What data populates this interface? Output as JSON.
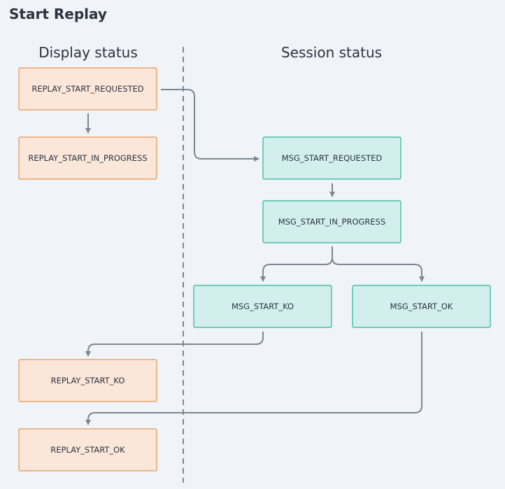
{
  "title": "Start Replay",
  "columns": {
    "display": "Display status",
    "session": "Session status"
  },
  "display_states": {
    "start_requested": "REPLAY_START_REQUESTED",
    "start_in_progress": "REPLAY_START_IN_PROGRESS",
    "start_ko": "REPLAY_START_KO",
    "start_ok": "REPLAY_START_OK"
  },
  "session_states": {
    "start_requested": "MSG_START_REQUESTED",
    "start_in_progress": "MSG_START_IN_PROGRESS",
    "start_ko": "MSG_START_KO",
    "start_ok": "MSG_START_OK"
  },
  "colors": {
    "display_fill": "#fbe6da",
    "display_stroke": "#e8934f",
    "session_fill": "#d2efee",
    "session_stroke": "#2ab59a",
    "arrow": "#7b8794",
    "divider": "#7b8794"
  }
}
